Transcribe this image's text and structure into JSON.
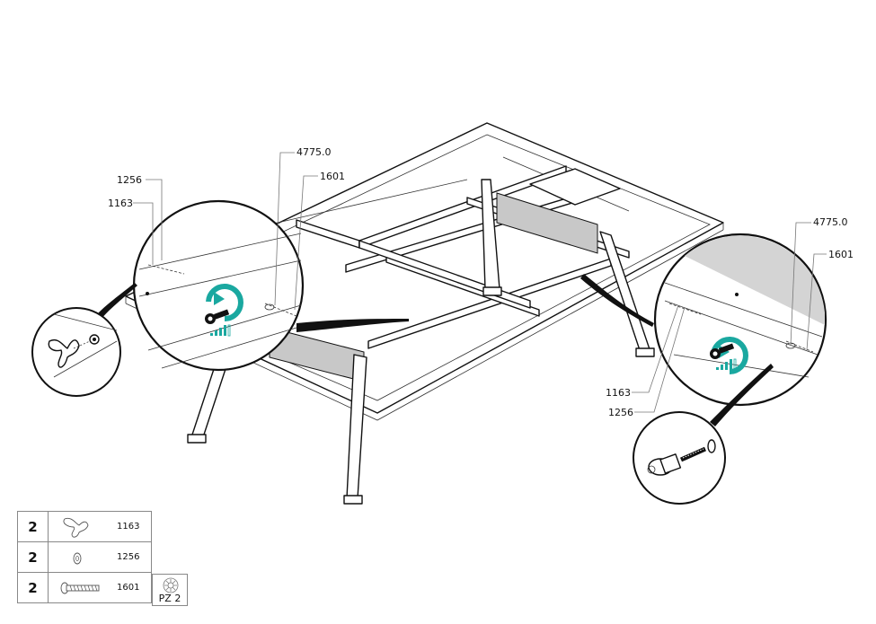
{
  "callouts": {
    "left_1256": "1256",
    "left_1163": "1163",
    "left_4775": "4775.0",
    "left_1601": "1601",
    "right_4775": "4775.0",
    "right_1601": "1601",
    "right_1163": "1163",
    "right_1256": "1256"
  },
  "parts": [
    {
      "qty": "2",
      "code": "1163",
      "icon": "wing-nut-icon"
    },
    {
      "qty": "2",
      "code": "1256",
      "icon": "washer-icon"
    },
    {
      "qty": "2",
      "code": "1601",
      "icon": "screw-icon"
    }
  ],
  "tool": {
    "label": "PZ 2",
    "icon": "pozidriv-bit-icon"
  },
  "colors": {
    "accent": "#1aa8a0",
    "line": "#111111",
    "leader": "#777777"
  }
}
